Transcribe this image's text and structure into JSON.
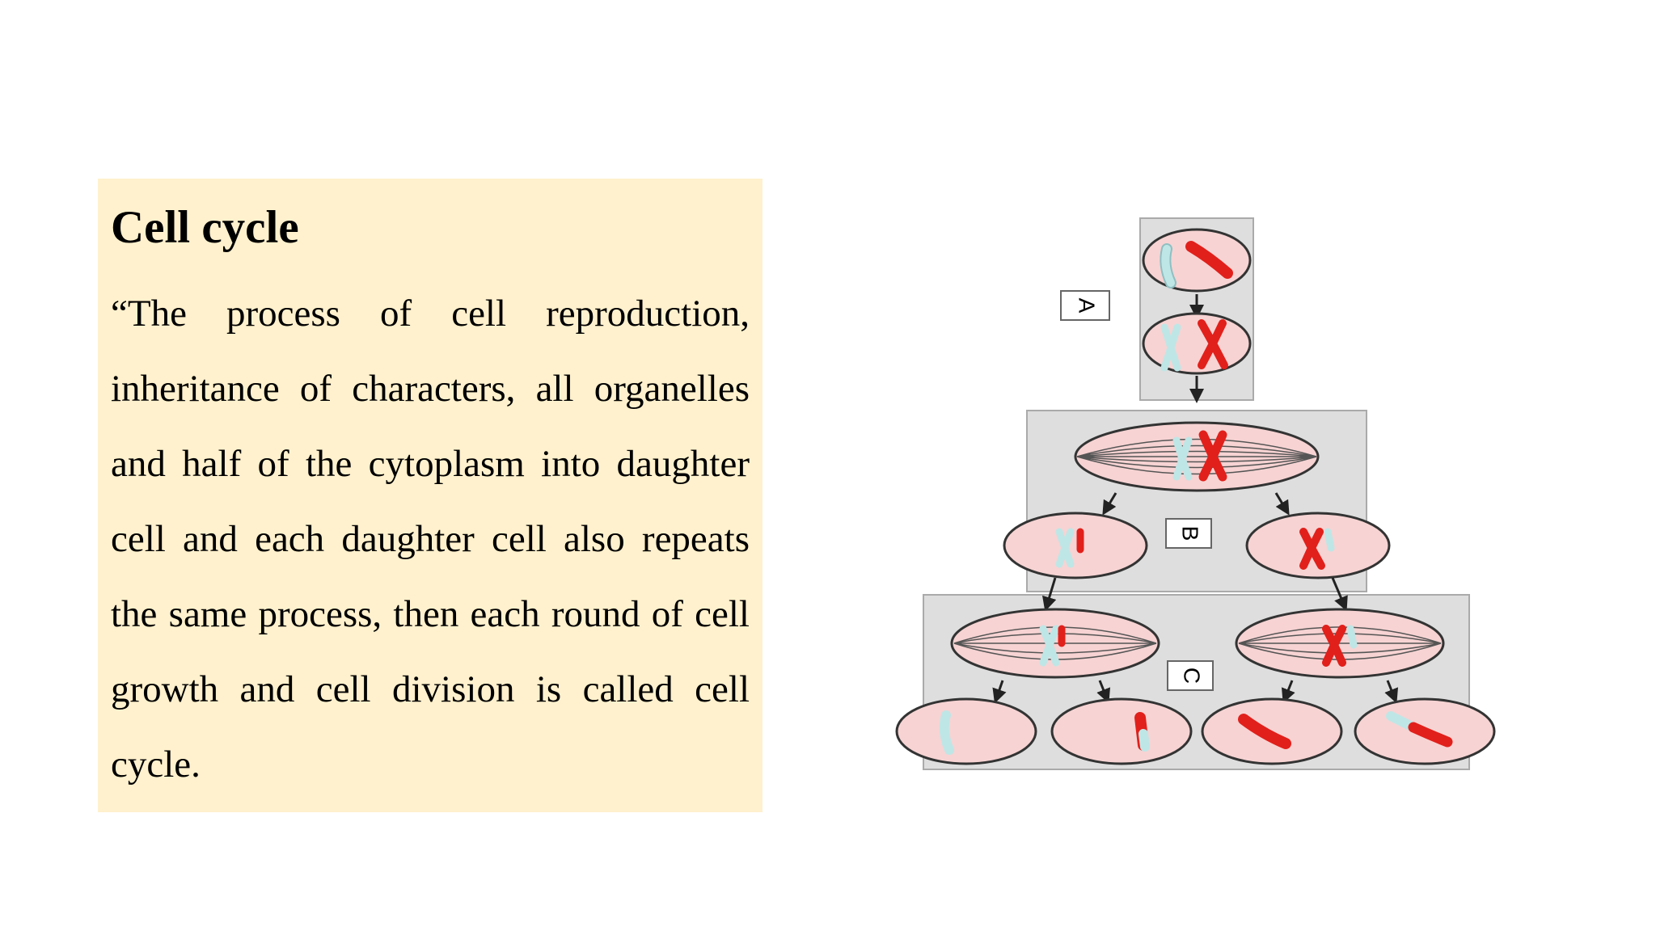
{
  "slide": {
    "title": "Cell cycle",
    "paragraph": "“The process of cell reproduction, inheritance of characters, all organelles and half of the cytoplasm into daughter cell and each daughter cell also repeats the same process, then each round of cell growth and cell division is called cell cycle."
  },
  "figure": {
    "labels": {
      "a": "A",
      "b": "B",
      "c": "C"
    },
    "colors": {
      "cell_fill": "#f7d3d3",
      "chromosome_red": "#e1201b",
      "chromosome_blue": "#bfe6e6",
      "panel_fill": "#dedede",
      "text_box_fill": "#fff1cd"
    }
  }
}
